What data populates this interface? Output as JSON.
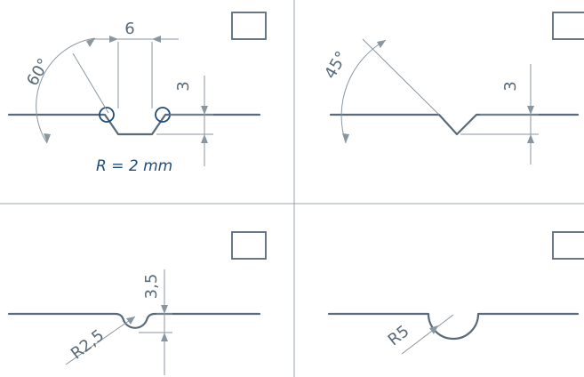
{
  "panels": [
    {
      "id": "top-left",
      "angle_label": "60°",
      "width_label": "6",
      "depth_label": "3",
      "note": "R = 2 mm"
    },
    {
      "id": "top-right",
      "angle_label": "45°",
      "depth_label": "3"
    },
    {
      "id": "bottom-left",
      "radius_label": "R2,5",
      "depth_label": "3,5"
    },
    {
      "id": "bottom-right",
      "radius_label": "R5"
    }
  ],
  "colors": {
    "line": "#5a6a78",
    "accent": "#1f4e79",
    "grid": "#9aa4ac"
  }
}
